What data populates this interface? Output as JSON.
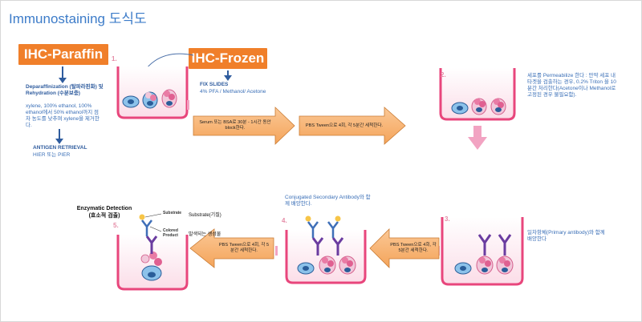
{
  "title": "Immunostaining 도식도",
  "ihc_paraffin": "IHC-Paraffin",
  "ihc_frozen": "IHC-Frozen",
  "deparaffin_title": "Deparaffinization (탈파라핀화) 및 Rehydration (수분보충)",
  "deparaffin_desc": "xylene, 100% ethanol, 100% ethanol에서 50% ethanol까지 점차 농도를 낮추며 xylene을 제거한다.",
  "antigen_title": "ANTIGEN RETRIEVAL",
  "antigen_desc": "HIER 또는 PIER",
  "fix_title": "FIX SLIDES",
  "fix_desc": "4% PFA / Methanol/ Acetone",
  "step1": "1.",
  "step2": "2.",
  "step3": "3.",
  "step4": "4.",
  "step5": "5.",
  "arrow_serum": "Serum 또는 BSA로 30분 - 1시간 동안 block한다.",
  "arrow_pbs1": "PBS Tween으로 4회, 각 5분간 세척한다.",
  "arrow_pbs2": "PBS Tween으로 4회, 각 5분간 세척한다.",
  "arrow_pbs3": "PBS Tween으로 4회, 각 5분간 세척한다.",
  "permeabilize_desc": "세포를 Permeabilize 한다 : 만약 세포 내 타겟을 검출하는 경우, 0.2% Triton 을 10분간 처리한다(Acetone이나 Methanol로 고정된 경우 불필요함).",
  "primary_desc": "일차항체(Primary antibody)와 함께 배양한다",
  "secondary_desc": "Conjugated Secondary Antibody와 함께 배양한다.",
  "enzymatic_title": "Enzymatic Detection",
  "enzymatic_sub": "(효소적 검출)",
  "substrate_label": "Substrate",
  "substrate_desc": "Substrate(기질)",
  "colored_label": "Colored Product",
  "colored_desc": "발색되는 생성물",
  "colors": {
    "title": "#3d7cc9",
    "orange": "#f07f2a",
    "well": "#e8467c",
    "arrow": "#f5a762",
    "down_arrow": "#f2a3c2",
    "blue_arrow": "#2f5c9e"
  }
}
